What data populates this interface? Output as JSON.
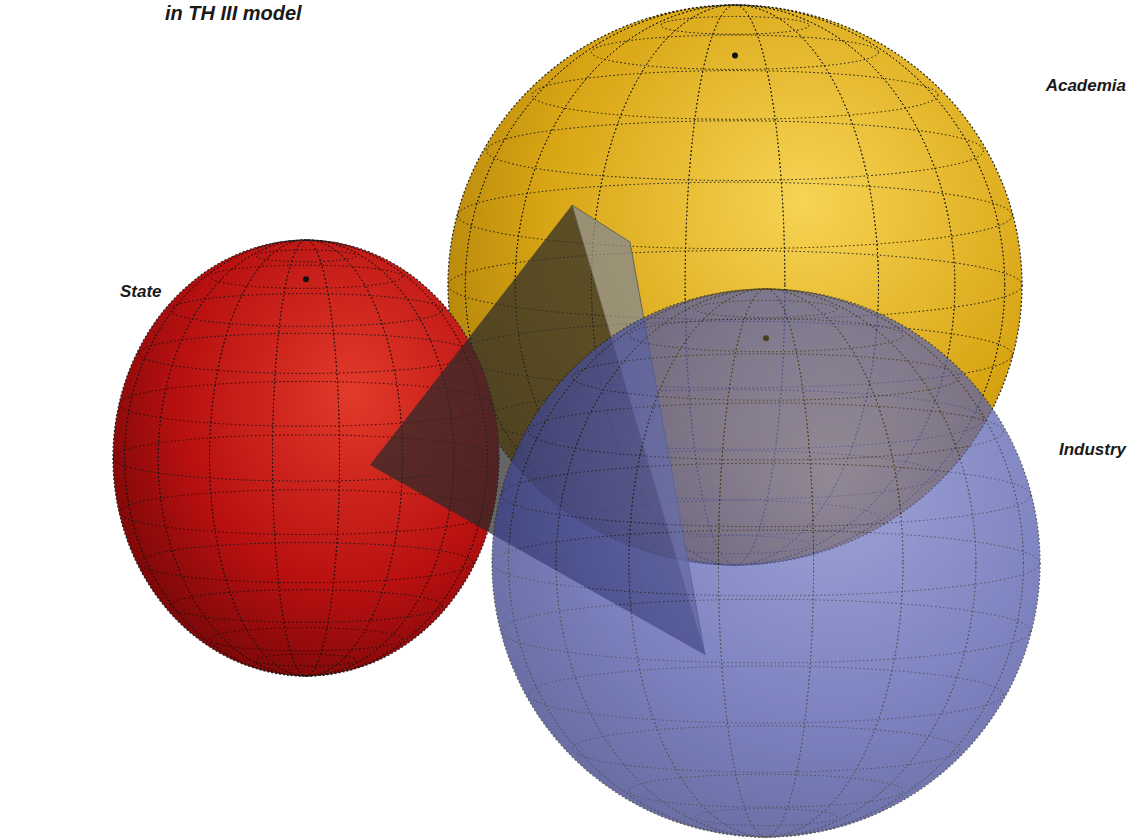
{
  "diagram": {
    "title": "in TH III model",
    "nodes": [
      {
        "text": [
          "Academia"
        ]
      },
      {
        "text": [
          "State"
        ]
      },
      {
        "text": [
          "Industry"
        ]
      }
    ]
  }
}
